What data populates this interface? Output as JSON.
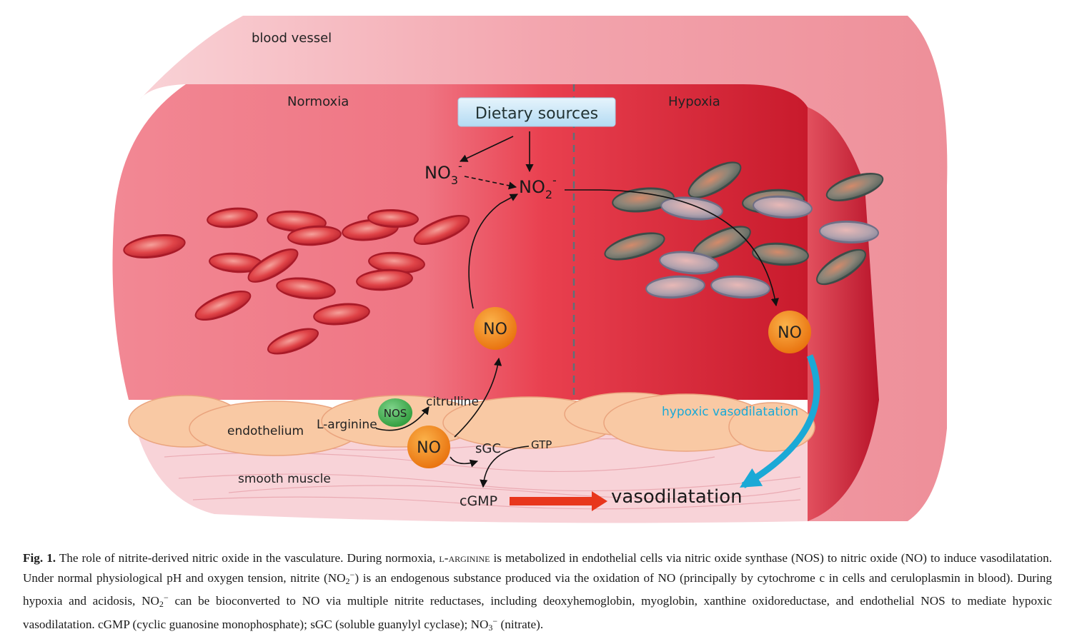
{
  "labels": {
    "blood_vessel": "blood vessel",
    "normoxia": "Normoxia",
    "hypoxia": "Hypoxia",
    "dietary_sources": "Dietary sources",
    "no3": "NO",
    "no3_sub": "3",
    "no3_sup": "-",
    "no2": "NO",
    "no2_sub": "2",
    "no2_sup": "-",
    "no": "NO",
    "nos": "NOS",
    "citrulline": "citrulline",
    "l_arginine": "L-arginine",
    "endothelium": "endothelium",
    "smooth_muscle": "smooth muscle",
    "sgc": "sGC",
    "gtp": "GTP",
    "cgmp": "cGMP",
    "vasodilatation": "vasodilatation",
    "hypoxic_vasodilatation": "hypoxic vasodilatation"
  },
  "caption": {
    "fig_label": "Fig. 1.",
    "s1": "The role of nitrite-derived nitric oxide in the vasculature. During normoxia,",
    "larg": "l-arginine",
    "s2": "is metabolized in endothelial cells via nitric oxide synthase (NOS) to nitric oxide (NO) to induce vasodilatation. Under normal physiological pH and oxygen tension, nitrite (",
    "no2": "NO",
    "no2_sub": "2",
    "no2_sup": "−",
    "s3": ") is an endogenous substance produced via the oxidation of NO (principally by cytochrome c in cells and ceruloplasmin in blood). During hypoxia and acidosis,",
    "s4": "can be bioconverted to NO via multiple nitrite reductases, including deoxyhemoglobin, myoglobin, xanthine oxidoreductase, and endothelial NOS to mediate hypoxic vasodilatation. cGMP (cyclic guanosine monophosphate); sGC (soluble guanylyl cyclase);",
    "no3": "NO",
    "no3_sub": "3",
    "no3_sup": "−",
    "s5": "(nitrate)."
  },
  "colors": {
    "vessel_outer": "#f6b8c0",
    "lumen_normoxia": "#f07a86",
    "lumen_hypoxia": "#d8283a",
    "endothelium": "#f9c9a4",
    "smooth_muscle": "#f8d3d8",
    "no_circle": "#f08018",
    "nos_circle": "#3fae4a",
    "dietary_box": "#cfe8f8",
    "hypoxic_arrow": "#1ba9d6",
    "vaso_arrow": "#e8361c",
    "rbc_oxy": "#d9303a",
    "rbc_deoxy": "#7c8a84"
  }
}
